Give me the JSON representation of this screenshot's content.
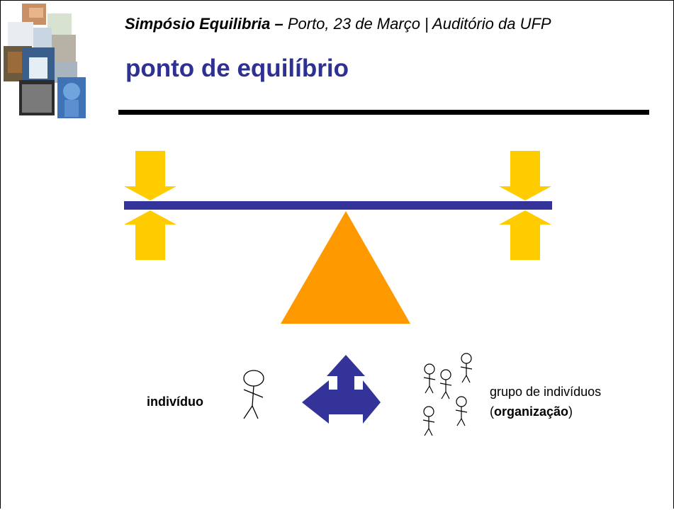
{
  "header": {
    "subtitle_bold": "Simpósio Equilibria –",
    "subtitle_rest": " Porto, 23 de Março | Auditório da UFP",
    "title": "ponto de equilíbrio"
  },
  "diagram": {
    "individual_label": "indivíduo",
    "group_label": "grupo de indivíduos",
    "group_paren_open": "(",
    "group_label_bold": "organização",
    "group_paren_close": ")"
  },
  "colors": {
    "title": "#2e3192",
    "beam": "#333399",
    "arrows": "#ffcc00",
    "fulcrum": "#ff9900",
    "bidirectional_arrow": "#333399"
  }
}
